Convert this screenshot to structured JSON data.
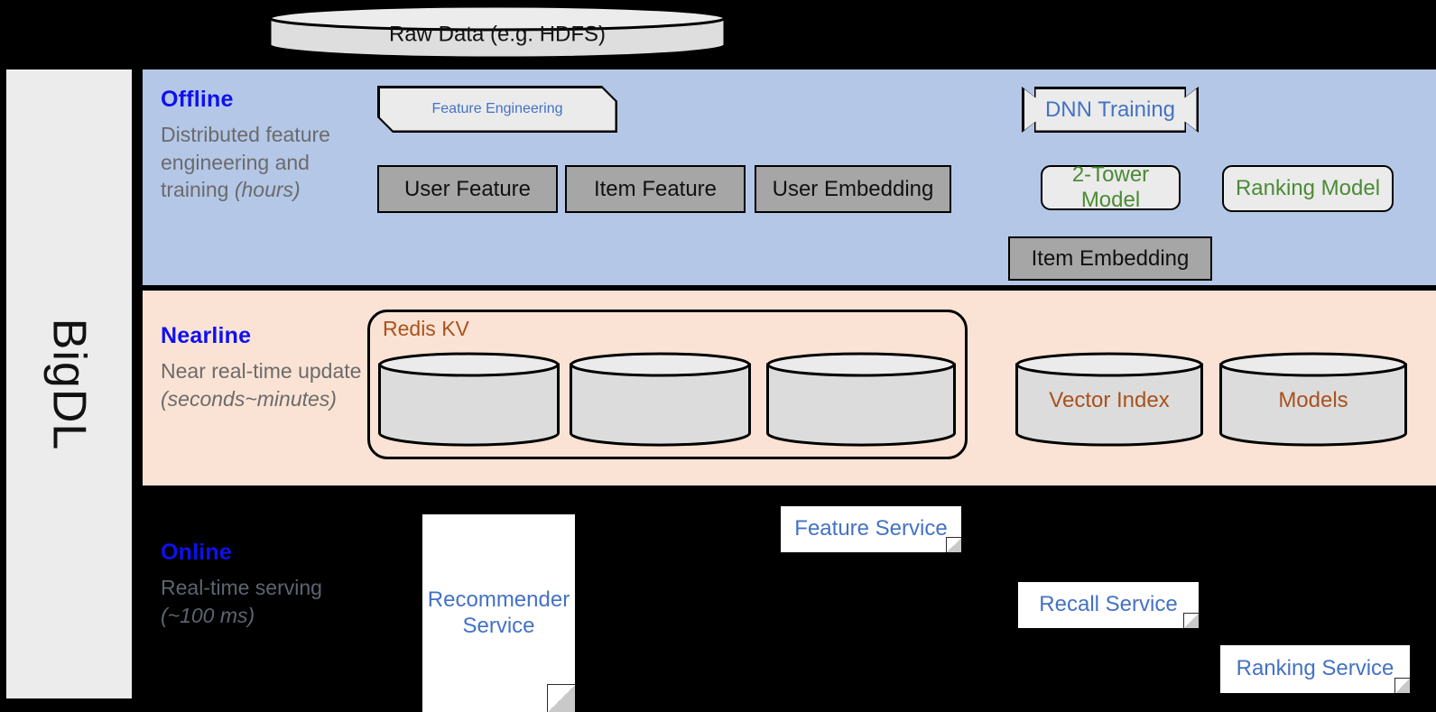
{
  "framework": {
    "name": "BigDL"
  },
  "source": {
    "label": "Raw Data (e.g. HDFS)"
  },
  "bands": [
    {
      "id": "offline",
      "title": "Offline",
      "subtitle_plain": "Distributed feature engineering and training ",
      "subtitle_italic": "(hours)",
      "bg": "#b4c7e7"
    },
    {
      "id": "nearline",
      "title": "Nearline",
      "subtitle_plain": "Near real-time update ",
      "subtitle_italic": "(seconds~minutes)",
      "bg": "#fae3d4"
    },
    {
      "id": "online",
      "title": "Online",
      "subtitle_plain": "Real-time serving ",
      "subtitle_italic": "(~100 ms)",
      "bg": "#000000"
    }
  ],
  "offline": {
    "feature_engineering": "Feature Engineering",
    "dnn_training": "DNN Training",
    "user_feature": "User Feature",
    "item_feature": "Item Feature",
    "user_embedding": "User Embedding",
    "two_tower_model": "2-Tower Model",
    "ranking_model": "Ranking Model",
    "item_embedding": "Item Embedding"
  },
  "nearline": {
    "redis_group": "Redis KV",
    "store_1": "",
    "store_2": "",
    "store_3": "",
    "vector_index": "Vector Index",
    "models": "Models"
  },
  "online": {
    "recommender_service": "Recommender Service",
    "feature_service": "Feature Service",
    "recall_service": "Recall Service",
    "ranking_service": "Ranking Service"
  },
  "colors": {
    "offline_band": "#b4c7e7",
    "nearline_band": "#fae3d4",
    "online_band": "#000000",
    "rail": "#ececec",
    "data_box": "#a6a6a6",
    "process_box": "#ebebeb",
    "accent_blue": "#4472c4",
    "accent_green": "#4b8b35",
    "accent_brown": "#a9521d",
    "band_title": "#1010ee",
    "band_subtitle": "#6b6b6b"
  }
}
